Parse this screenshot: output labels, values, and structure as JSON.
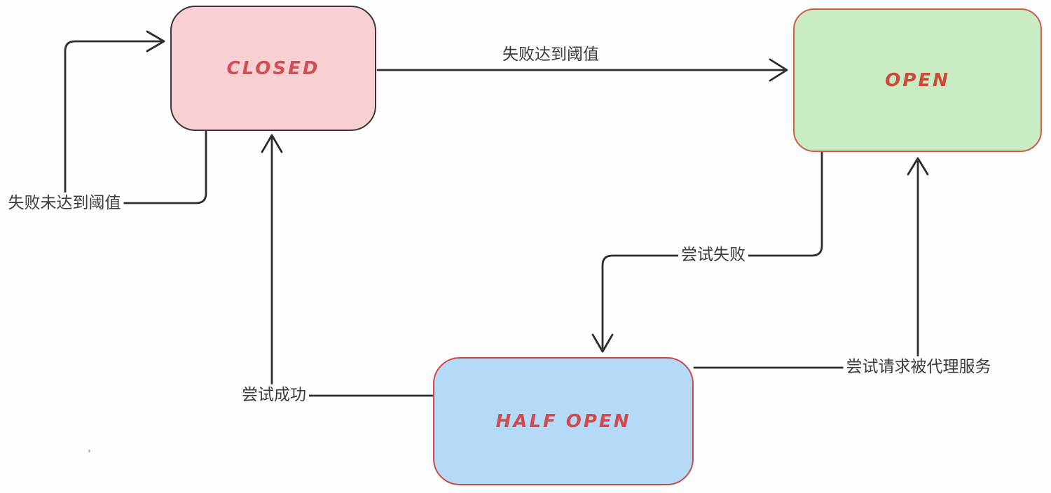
{
  "diagram": {
    "type": "state-diagram",
    "subject": "circuit-breaker"
  },
  "colors": {
    "background": "#fdfdfd",
    "arrow": "#2d2d2d",
    "label_text": "#3b3b3b",
    "closed_fill": "#f8cfd2",
    "closed_border": "#3e3439",
    "closed_text": "#d04f55",
    "open_fill": "#c9ecc5",
    "open_border": "#d15a42",
    "open_text": "#cd4a39",
    "halfopen_fill": "#b5daf8",
    "halfopen_border": "#ce4747",
    "halfopen_text": "#d24a4f"
  },
  "states": {
    "closed": {
      "label": "CLOSED"
    },
    "open": {
      "label": "OPEN"
    },
    "half_open": {
      "label": "HALF OPEN"
    }
  },
  "transitions": {
    "closed_to_open": {
      "from": "CLOSED",
      "to": "OPEN",
      "label": "失败达到阈值"
    },
    "closed_self_loop": {
      "from": "CLOSED",
      "to": "CLOSED",
      "label": "失败未达到阈值"
    },
    "open_to_half_open": {
      "from": "OPEN",
      "to": "HALF OPEN",
      "label": "尝试失败"
    },
    "half_open_to_open": {
      "from": "HALF OPEN",
      "to": "OPEN",
      "label": "尝试请求被代理服务"
    },
    "half_open_to_closed": {
      "from": "HALF OPEN",
      "to": "CLOSED",
      "label": "尝试成功"
    }
  }
}
